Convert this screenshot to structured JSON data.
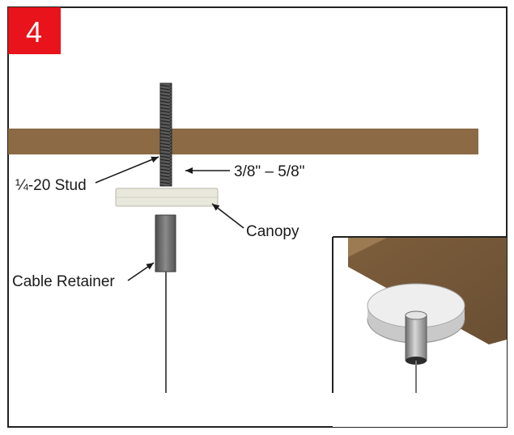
{
  "step": {
    "number": "4"
  },
  "labels": {
    "stud": "¼-20 Stud",
    "gap": "3/8\" – 5/8\"",
    "canopy": "Canopy",
    "cable_retainer": "Cable Retainer"
  },
  "colors": {
    "step_badge": "#e8131b",
    "ceiling_wood": "#8b6a45",
    "canopy": "#e9e8dc",
    "retainer": "#6f6f6f",
    "stud": "#4a4a4a",
    "border": "#222222"
  }
}
